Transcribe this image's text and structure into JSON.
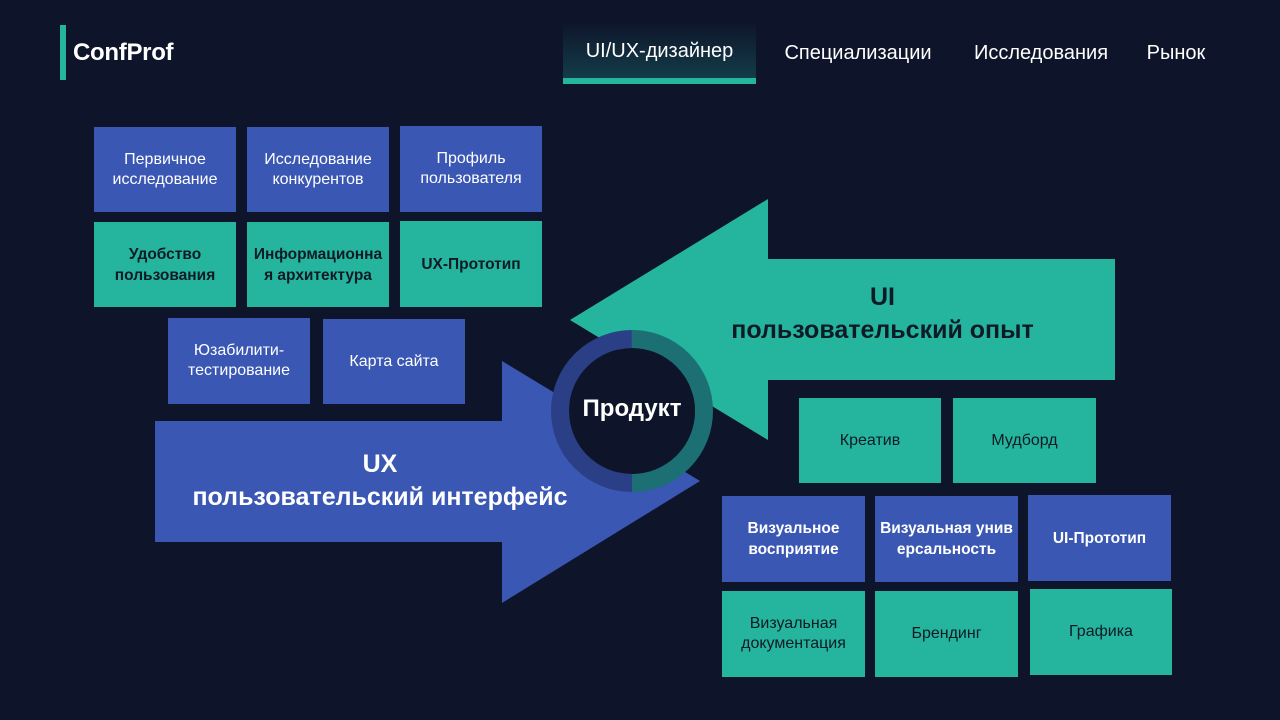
{
  "brand": "ConfProf",
  "nav": [
    {
      "label": "UI/UX-дизайнер",
      "active": true
    },
    {
      "label": "Специализации",
      "active": false
    },
    {
      "label": "Исследования",
      "active": false
    },
    {
      "label": "Рынок",
      "active": false
    }
  ],
  "center_label": "Продукт",
  "ux_arrow": {
    "line1": "UX",
    "line2": "пользовательский интерфейс"
  },
  "ui_arrow": {
    "line1": "UI",
    "line2": "пользовательский опыт"
  },
  "ux_tiles": [
    "Первичное исследование",
    "Исследование конкурентов",
    "Профиль пользователя",
    "Удобство пользования",
    "Информационная архитектура",
    "UX-Прототип",
    "Юзабилити-тестирование",
    "Карта сайта"
  ],
  "ui_tiles": [
    "Креатив",
    "Мудборд",
    "Визуальное восприятие",
    "Визуальная универсальность",
    "UI-Прототип",
    "Визуальная документация",
    "Брендинг",
    "Графика"
  ],
  "colors": {
    "background": "#0e152b",
    "blue": "#3a57b4",
    "teal": "#25b59e",
    "ring_blue": "#2a3f86",
    "ring_teal": "#1c6f72"
  }
}
